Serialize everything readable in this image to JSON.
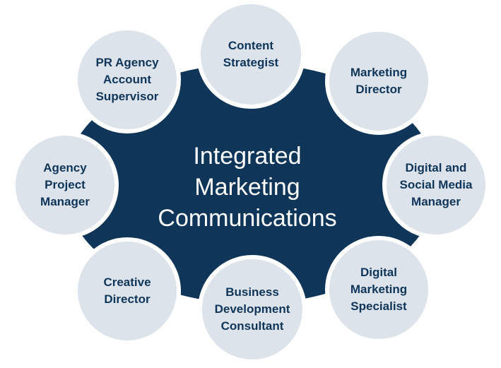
{
  "diagram": {
    "center": {
      "lines": [
        "Integrated",
        "Marketing",
        "Communications"
      ]
    },
    "roles": [
      {
        "id": "content-strategist",
        "lines": [
          "Content",
          "Strategist"
        ]
      },
      {
        "id": "marketing-director",
        "lines": [
          "Marketing",
          "Director"
        ]
      },
      {
        "id": "digital-social-media-manager",
        "lines": [
          "Digital and",
          "Social Media",
          "Manager"
        ]
      },
      {
        "id": "digital-marketing-specialist",
        "lines": [
          "Digital",
          "Marketing",
          "Specialist"
        ]
      },
      {
        "id": "business-development-consultant",
        "lines": [
          "Business",
          "Development",
          "Consultant"
        ]
      },
      {
        "id": "creative-director",
        "lines": [
          "Creative",
          "Director"
        ]
      },
      {
        "id": "agency-project-manager",
        "lines": [
          "Agency",
          "Project",
          "Manager"
        ]
      },
      {
        "id": "pr-agency-account-supervisor",
        "lines": [
          "PR Agency",
          "Account",
          "Supervisor"
        ]
      }
    ],
    "colors": {
      "hub": "#0f3558",
      "node": "#dde3eb",
      "node_text": "#0f3558",
      "hub_text": "#ffffff"
    }
  }
}
